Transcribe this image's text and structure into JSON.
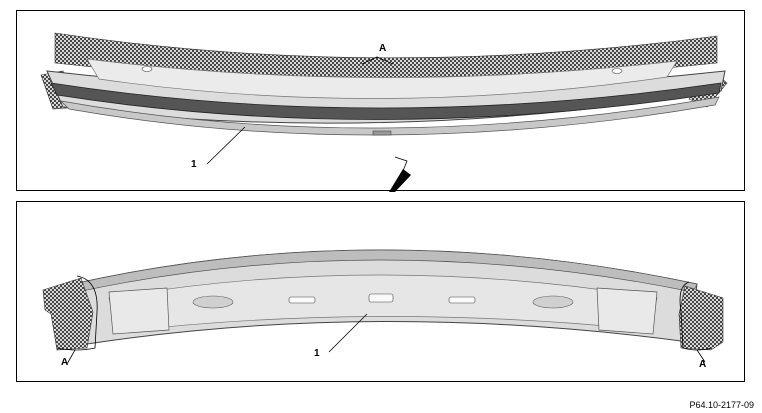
{
  "top_view": {
    "callout_part": "1",
    "callout_area": "A"
  },
  "bottom_view": {
    "callout_part": "1",
    "callout_area_left": "A",
    "callout_area_right": "A"
  },
  "figure_ref": "P64.10-2177-09"
}
